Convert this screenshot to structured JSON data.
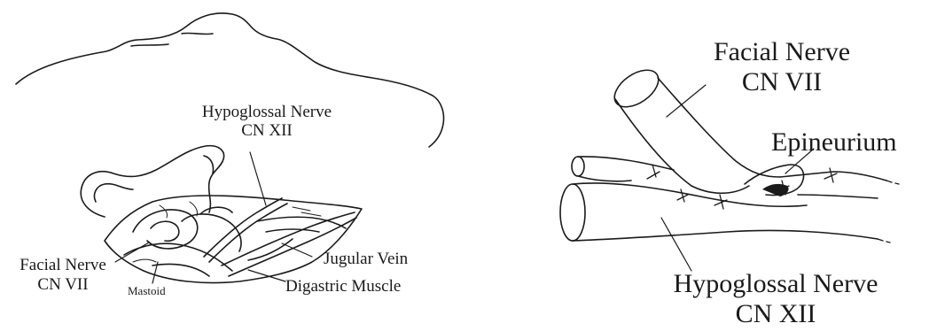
{
  "left_figure": {
    "labels": {
      "hypoglossal_nerve_line1": "Hypoglossal Nerve",
      "hypoglossal_nerve_line2": "CN XII",
      "jugular_vein": "Jugular Vein",
      "facial_nerve_line1": "Facial Nerve",
      "facial_nerve_line2": "CN VII",
      "mastoid": "Mastoid",
      "digastric_muscle": "Digastric Muscle"
    }
  },
  "right_figure": {
    "labels": {
      "facial_nerve_line1": "Facial Nerve",
      "facial_nerve_line2": "CN VII",
      "epineurium": "Epineurium",
      "hypoglossal_nerve_line1": "Hypoglossal Nerve",
      "hypoglossal_nerve_line2": "CN XII"
    }
  }
}
